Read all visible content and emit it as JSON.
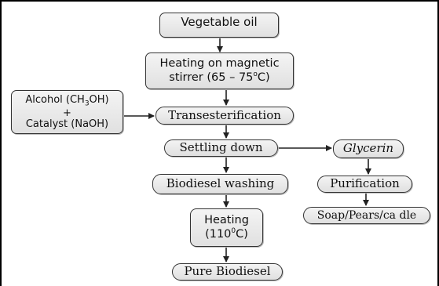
{
  "nodes": {
    "vegetable_oil": "Vegetable oil",
    "heating_stirrer": {
      "line1": "Heating on magnetic",
      "line2_prefix": "stirrer  (65 – 75",
      "line2_sup": "o",
      "line2_suffix": "C)"
    },
    "alcohol_catalyst": {
      "line1_prefix": "Alcohol (CH",
      "line1_sub": "3",
      "line1_suffix": "OH)",
      "line2": "+",
      "line3": "Catalyst (NaOH)"
    },
    "transesterification": "Transesterification",
    "settling_down": "Settling down",
    "glycerin": "Glycerin",
    "biodiesel_washing": "Biodiesel washing",
    "purification": "Purification",
    "soap_pears_candle": "Soap/Pears/ca dle",
    "heating_110": {
      "line1": "Heating",
      "line2_prefix": "(110",
      "line2_sup": "0",
      "line2_suffix": "C)"
    },
    "pure_biodiesel": "Pure Biodiesel"
  },
  "colors": {
    "box_border": "#333333",
    "box_fill_top": "#f4f4f4",
    "box_fill_bottom": "#e0e0e0",
    "arrow": "#222222"
  }
}
